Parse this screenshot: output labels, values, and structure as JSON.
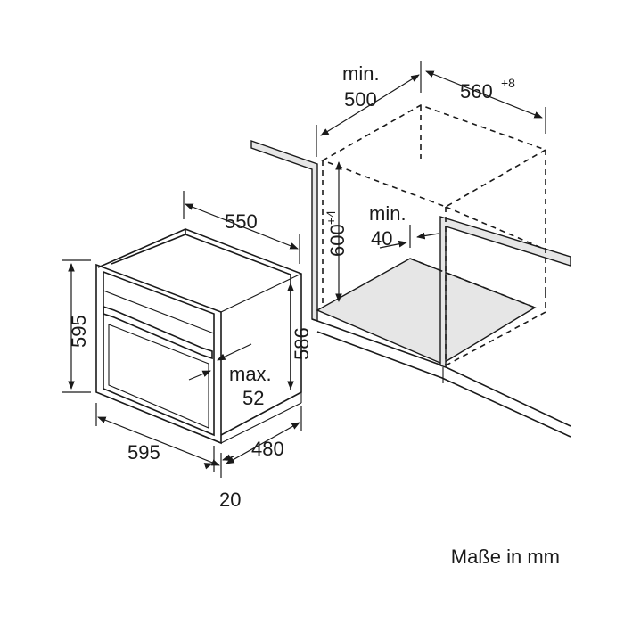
{
  "units_note": "Maße in mm",
  "appliance": {
    "depth_label": "550",
    "height_left_label": "595",
    "width_bottom_label": "595",
    "front_depth_label": "480",
    "front_thickness_label": "20",
    "inner_height_label": "586",
    "handle_label_line1": "max.",
    "handle_label_line2": "52"
  },
  "niche": {
    "min_gap_line1": "min.",
    "min_gap_line2": "500",
    "width_label": "560",
    "width_sup": "+8",
    "height_label": "600",
    "height_sup": "+4",
    "side_gap_line1": "min.",
    "side_gap_line2": "40"
  }
}
